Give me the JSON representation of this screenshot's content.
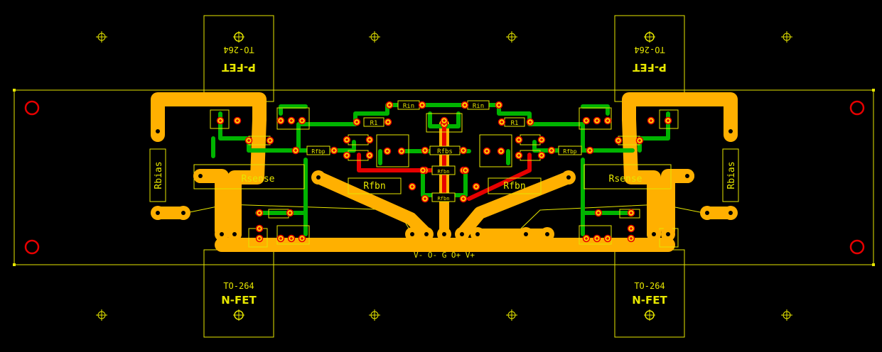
{
  "colors": {
    "background": "#000000",
    "silkscreen": "#e6e600",
    "top_copper": "#ffb000",
    "signal_trace": "#00b400",
    "highlight_trace": "#e60000",
    "drill": "#e60000"
  },
  "labels": {
    "pfet_left": "P-FET",
    "pkg_left_top": "TO-264",
    "pfet_right": "P-FET",
    "pkg_right_top": "TO-264",
    "nfet_left": "N-FET",
    "pkg_left_bottom": "TO-264",
    "nfet_right": "N-FET",
    "pkg_right_bottom": "TO-264",
    "rbias_left": "Rbias",
    "rbias_right": "Rbias",
    "rsense_left": "Rsense",
    "rsense_right": "Rsense",
    "rfbn_left": "Rfbn",
    "rfbn_right": "Rfbn",
    "rin_left": "Rin",
    "rin_right": "Rin",
    "r1_left": "R1",
    "r1_right": "R1",
    "rfbp_left": "Rfbp",
    "rfbp_right": "Rfbp",
    "rfbs": "Rfbs",
    "rfbn_small_1": "Rfbn",
    "rfbn_small_2": "Rfbn",
    "power_pins": "V-  O-  G  O+  V+"
  }
}
